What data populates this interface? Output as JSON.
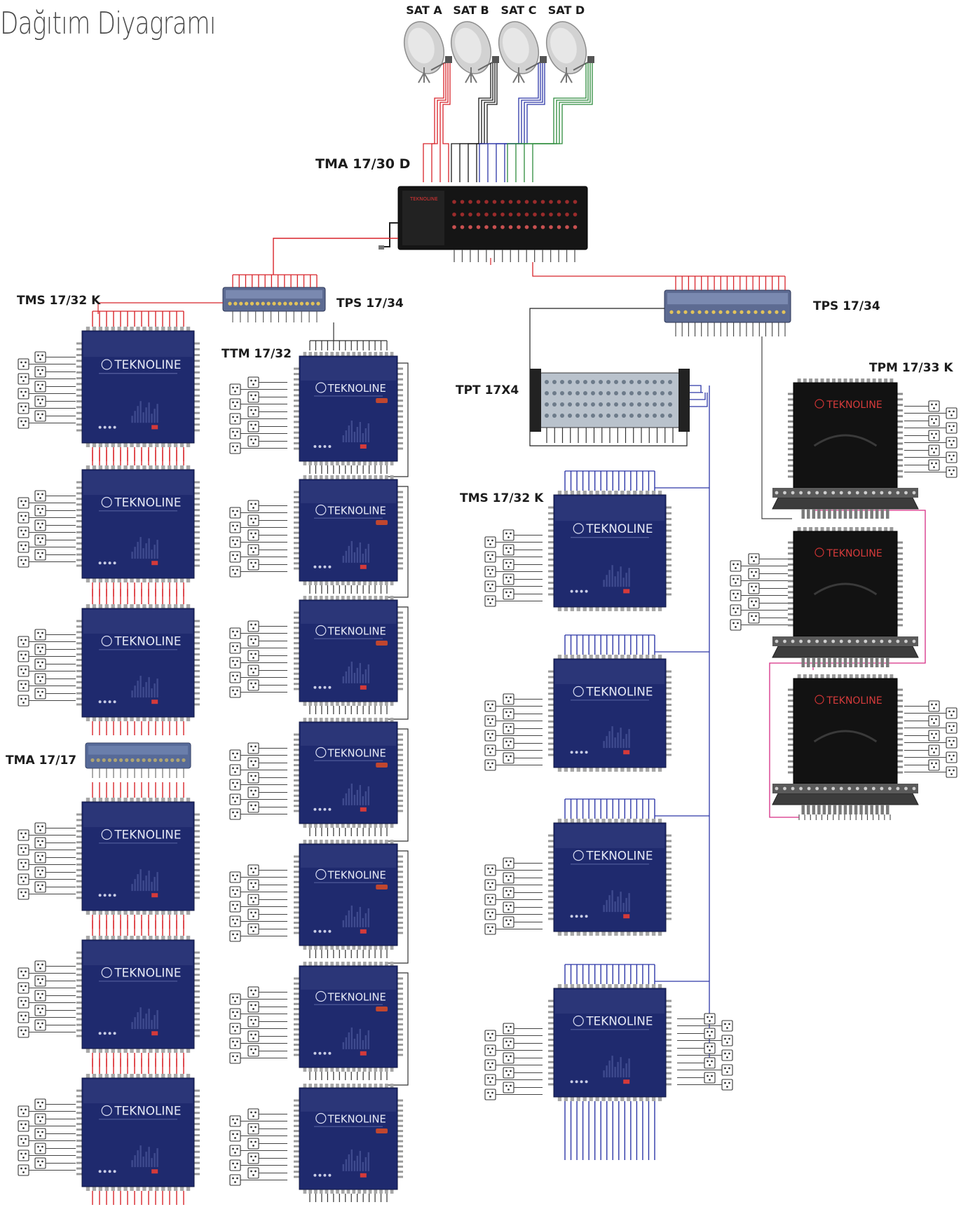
{
  "title": "Dağıtım Diyagramı",
  "satellites": [
    "SAT A",
    "SAT B",
    "SAT C",
    "SAT D"
  ],
  "labels": {
    "tma_main": "TMA 17/30 D",
    "tps_left": "TPS 17/34",
    "tps_right": "TPS 17/34",
    "tms_left": "TMS 17/32 K",
    "ttm": "TTM 17/32",
    "tma_small": "TMA 17/17",
    "tpt": "TPT 17X4",
    "tms_center": "TMS 17/32 K",
    "tpm": "TPM 17/33 K"
  },
  "brand": "TEKNOLINE",
  "colors": {
    "red": "#d8242a",
    "black": "#1a1a1a",
    "blue": "#2d37a8",
    "green": "#2e8b3d",
    "magenta": "#d62c84",
    "device_blue": "#1f2a6e",
    "device_black": "#121212"
  }
}
